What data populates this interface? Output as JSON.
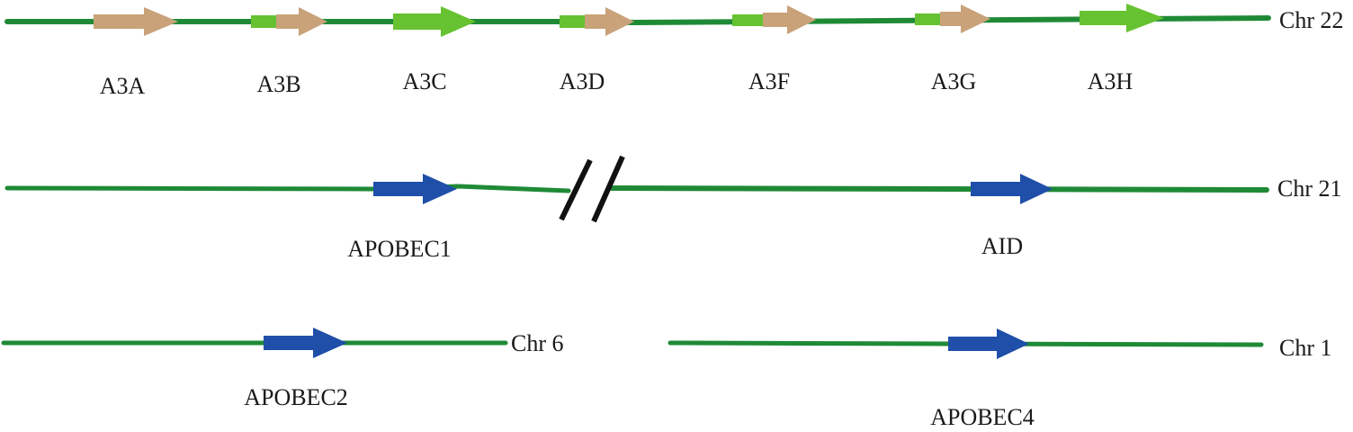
{
  "colors": {
    "chromosome": "#1f8a36",
    "gene_tan": "#c9a27a",
    "gene_green": "#66c231",
    "gene_blue": "#1f4fa8",
    "break_mark": "#111111"
  },
  "chromosomes": {
    "chr22": "Chr 22",
    "chr21": "Chr 21",
    "chr6": "Chr 6",
    "chr1": "Chr 1"
  },
  "genes": {
    "a3a": "A3A",
    "a3b": "A3B",
    "a3c": "A3C",
    "a3d": "A3D",
    "a3f": "A3F",
    "a3g": "A3G",
    "a3h": "A3H",
    "apobec1": "APOBEC1",
    "aid": "AID",
    "apobec2": "APOBEC2",
    "apobec4": "APOBEC4"
  }
}
